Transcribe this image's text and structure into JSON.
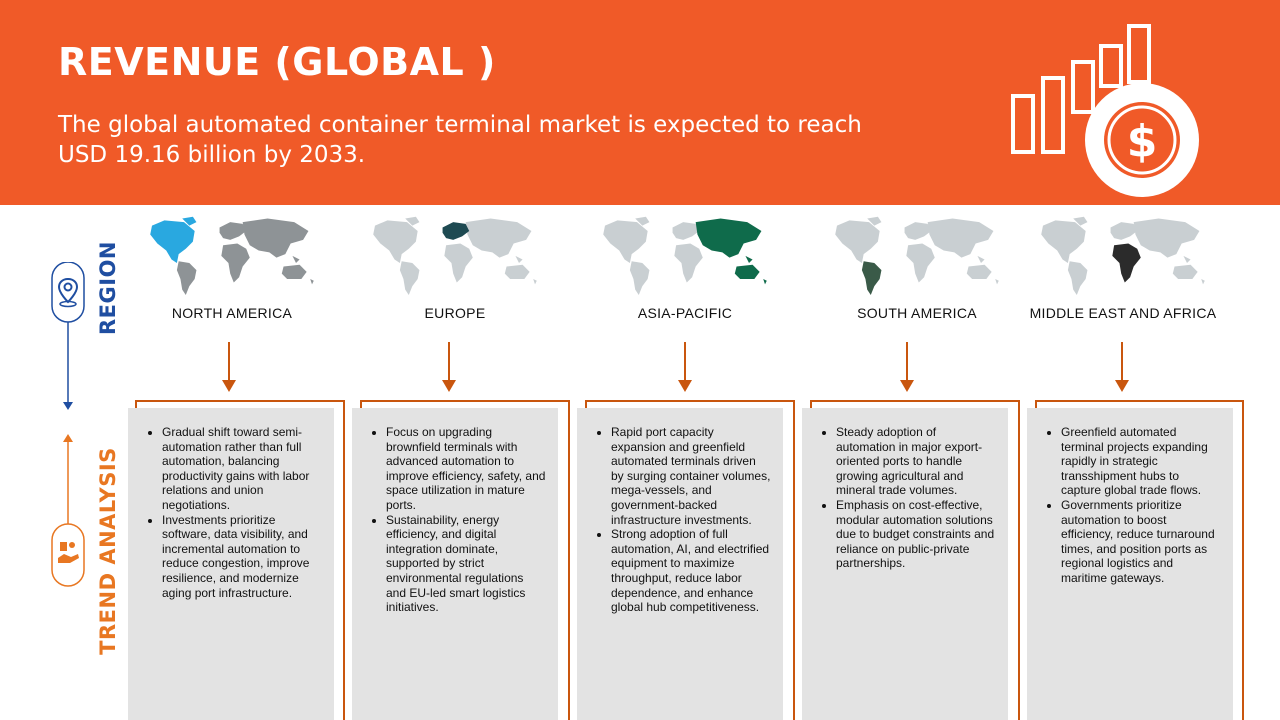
{
  "header": {
    "title": "REVENUE (GLOBAL )",
    "subtitle": "The global automated container terminal market is expected to reach USD 19.16 billion by 2033.",
    "icon": "revenue-bar-chart-dollar-icon",
    "dollar_symbol": "$"
  },
  "side_labels": {
    "region": "REGION",
    "trend": "TREND ANALYSIS",
    "region_icon": "location-pin-icon",
    "trend_icon": "hand-holding-money-icon"
  },
  "colors": {
    "header_bg": "#f05a28",
    "accent_orange": "#c9560e",
    "region_blue": "#1f4ea1",
    "trend_orange": "#e87722",
    "card_bg": "#e3e3e3",
    "map_gray": "#c9cfd2",
    "north_america_highlight": "#29a8e0",
    "europe_highlight": "#1e4a52",
    "asia_pacific_highlight": "#0f6b4b",
    "south_america_highlight": "#3a5a48",
    "mea_highlight": "#2b2b2b"
  },
  "regions": [
    {
      "name": "NORTH AMERICA",
      "map_icon": "world-map-north-america-highlight-icon",
      "bullets": [
        "Gradual shift toward semi-automation rather than full automation, balancing productivity gains with labor relations and union negotiations.",
        "Investments prioritize software, data visibility, and incremental automation to reduce congestion, improve resilience, and modernize aging port infrastructure."
      ]
    },
    {
      "name": "EUROPE",
      "map_icon": "world-map-europe-highlight-icon",
      "bullets": [
        "Focus on upgrading brownfield terminals with advanced automation to improve efficiency, safety, and space utilization in mature ports.",
        "Sustainability, energy efficiency, and digital integration dominate, supported by strict environmental regulations and EU-led smart logistics initiatives."
      ]
    },
    {
      "name": "ASIA-PACIFIC",
      "map_icon": "world-map-asia-pacific-highlight-icon",
      "bullets": [
        "Rapid port capacity expansion and greenfield automated terminals driven by surging container volumes, mega-vessels, and government-backed infrastructure investments.",
        "Strong adoption of full automation, AI, and electrified equipment to maximize throughput, reduce labor dependence, and enhance global hub competitiveness."
      ]
    },
    {
      "name": "SOUTH AMERICA",
      "map_icon": "world-map-south-america-highlight-icon",
      "bullets": [
        "Steady adoption of automation in major export-oriented ports to handle growing agricultural and mineral trade volumes.",
        "Emphasis on cost-effective, modular automation solutions due to budget constraints and reliance on public-private partnerships."
      ]
    },
    {
      "name": "MIDDLE EAST AND AFRICA",
      "map_icon": "world-map-middle-east-africa-highlight-icon",
      "bullets": [
        "Greenfield automated terminal projects expanding rapidly in strategic transshipment hubs to capture global trade flows.",
        "Governments prioritize automation to boost efficiency, reduce turnaround times, and position ports as regional logistics and maritime gateways."
      ]
    }
  ]
}
